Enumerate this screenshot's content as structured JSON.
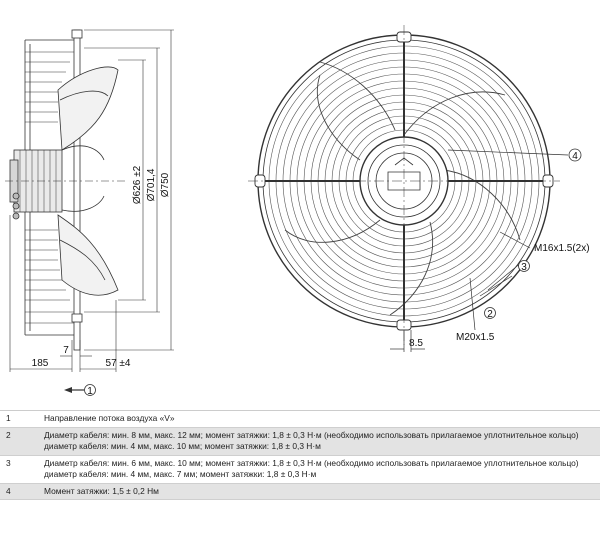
{
  "drawing": {
    "side_view": {
      "dimensions": {
        "d_inner": "Ø626 ±2",
        "d_mid": "Ø701,4",
        "d_outer": "Ø750",
        "len_185": "185",
        "len_7": "7",
        "len_57": "57 ±4"
      },
      "airflow_callout": "1"
    },
    "front_view": {
      "callouts": [
        "4",
        "3",
        "2"
      ],
      "labels": {
        "thread_1": "M16x1.5(2x)",
        "thread_2": "M20x1.5",
        "dim_85": "8.5"
      }
    }
  },
  "notes": [
    {
      "num": "1",
      "lines": [
        "Направление потока воздуха «V»"
      ]
    },
    {
      "num": "2",
      "lines": [
        "Диаметр кабеля: мин. 8 мм, макс. 12 мм; момент затяжки: 1,8 ± 0,3 Н·м (необходимо использовать прилагаемое уплотнительное кольцо)",
        "диаметр кабеля: мин. 4 мм, макс. 10 мм; момент затяжки: 1,8 ± 0,3 Н·м"
      ]
    },
    {
      "num": "3",
      "lines": [
        "Диаметр кабеля: мин. 6 мм, макс. 10 мм; момент затяжки: 1,8 ± 0,3 Н·м (необходимо использовать прилагаемое уплотнительное кольцо)",
        "диаметр кабеля: мин. 4 мм, макс. 7 мм; момент затяжки: 1,8 ± 0,3 Н·м"
      ]
    },
    {
      "num": "4",
      "lines": [
        "Момент затяжки: 1,5 ± 0,2 Нм"
      ]
    }
  ]
}
